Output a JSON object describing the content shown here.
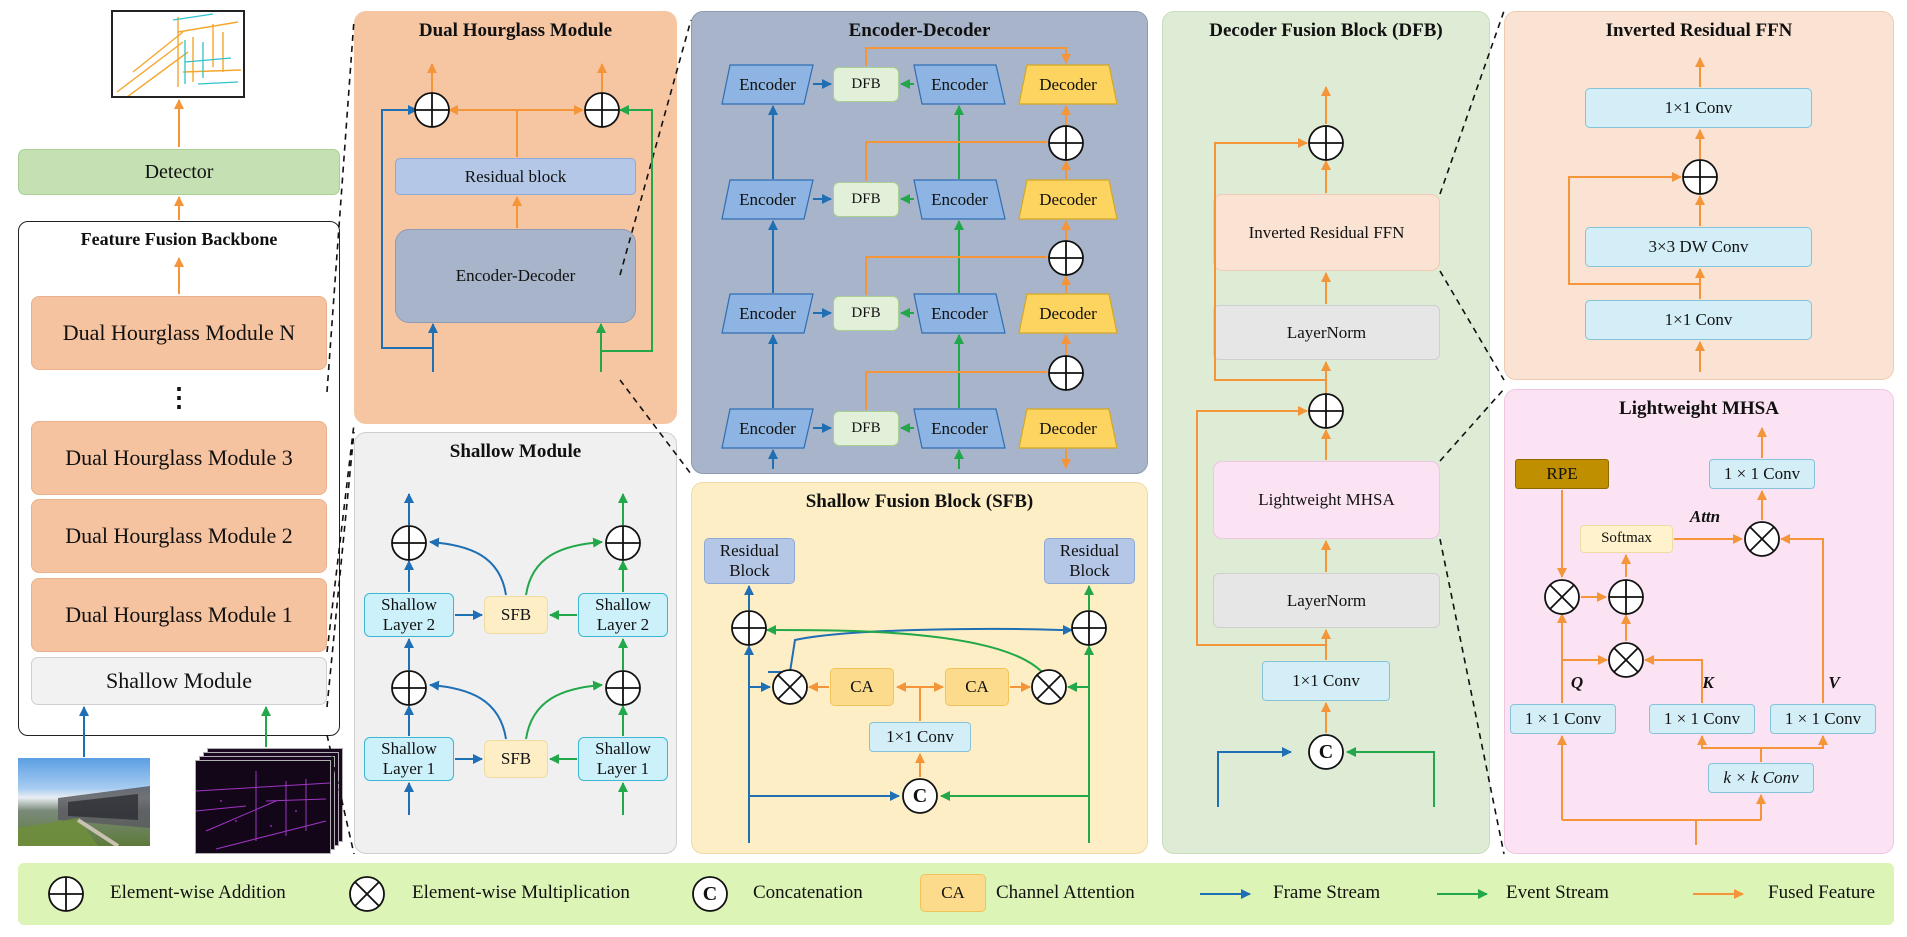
{
  "colors": {
    "frame_stream": "#1f6fb5",
    "event_stream": "#22a84a",
    "fused_feature": "#f4953a"
  },
  "left": {
    "detector": "Detector",
    "backbone_title": "Feature Fusion Backbone",
    "modules": [
      "Dual Hourglass Module N",
      "⋮",
      "Dual Hourglass Module 3",
      "Dual Hourglass Module 2",
      "Dual Hourglass Module 1"
    ],
    "shallow": "Shallow Module"
  },
  "dual_hourglass": {
    "title": "Dual Hourglass Module",
    "residual": "Residual block",
    "encdec": "Encoder-Decoder"
  },
  "shallow_module": {
    "title": "Shallow Module",
    "layer2": "Shallow Layer 2",
    "layer1": "Shallow Layer 1",
    "sfb": "SFB"
  },
  "encoder_decoder": {
    "title": "Encoder-Decoder",
    "encoder": "Encoder",
    "dfb": "DFB",
    "decoder": "Decoder"
  },
  "sfb_block": {
    "title": "Shallow Fusion Block (SFB)",
    "residual": "Residual Block",
    "ca": "CA",
    "conv": "1×1 Conv",
    "concat": "C"
  },
  "dfb_block": {
    "title": "Decoder Fusion Block (DFB)",
    "ffn": "Inverted Residual FFN",
    "layernorm": "LayerNorm",
    "mhsa": "Lightweight MHSA",
    "conv": "1×1 Conv",
    "concat": "C"
  },
  "ffn_block": {
    "title": "Inverted Residual FFN",
    "conv_top": "1×1 Conv",
    "dw": "3×3 DW Conv",
    "conv_bottom": "1×1 Conv"
  },
  "mhsa_block": {
    "title": "Lightweight MHSA",
    "rpe": "RPE",
    "conv_out": "1 × 1 Conv",
    "softmax": "Softmax",
    "attn": "Attn",
    "q": "Q",
    "k": "K",
    "v": "V",
    "conv": "1 × 1 Conv",
    "kconv": "k × k Conv"
  },
  "legend": {
    "add": "Element-wise Addition",
    "mul": "Element-wise Multiplication",
    "concat_symbol": "C",
    "concat": "Concatenation",
    "ca_symbol": "CA",
    "ca": "Channel Attention",
    "frame": "Frame Stream",
    "event": "Event Stream",
    "fused": "Fused Feature"
  }
}
